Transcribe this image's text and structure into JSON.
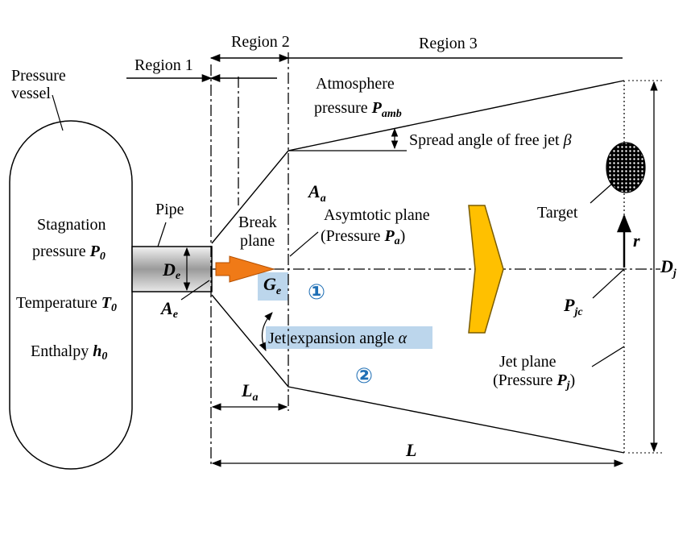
{
  "regions": {
    "r1": "Region 1",
    "r2": "Region 2",
    "r3": "Region 3"
  },
  "vessel": {
    "title_l1": "Pressure",
    "title_l2": "vessel",
    "stag_l1": "Stagnation",
    "stag_l2": "pressure ",
    "stag_sym": "P",
    "stag_sub": "0",
    "temp": "Temperature ",
    "temp_sym": "T",
    "temp_sub": "0",
    "enth": "Enthalpy ",
    "enth_sym": "h",
    "enth_sub": "0"
  },
  "pipe": {
    "label": "Pipe",
    "de_sym": "D",
    "de_sub": "e",
    "ae_sym": "A",
    "ae_sub": "e"
  },
  "break_plane": {
    "l1": "Break",
    "l2": "plane"
  },
  "atmosphere": {
    "l1": "Atmosphere",
    "l2": "pressure ",
    "sym": "P",
    "sub": "amb"
  },
  "spread": {
    "text": "Spread angle of free jet ",
    "sym": "β"
  },
  "asym": {
    "aa_sym": "A",
    "aa_sub": "a",
    "l1": "Asymtotic plane",
    "l2": "(Pressure ",
    "sym": "P",
    "sub": "a",
    "close": ")"
  },
  "ge": {
    "sym": "G",
    "sub": "e"
  },
  "jet_exp": {
    "text": "Jet expansion angle ",
    "sym": "α"
  },
  "markers": {
    "one": "①",
    "two": "②"
  },
  "target": {
    "label": "Target"
  },
  "r_label": "r",
  "pjc": {
    "sym": "P",
    "sub": "jc"
  },
  "jet_plane": {
    "l1": "Jet plane",
    "l2": "(Pressure ",
    "sym": "P",
    "sub": "j",
    "close": ")"
  },
  "dims": {
    "la_sym": "L",
    "la_sub": "a",
    "l": "L",
    "dj_sym": "D",
    "dj_sub": "j"
  },
  "colors": {
    "nozzle": "#f07a17",
    "arrow": "#ffc000",
    "highlight": "#bcd6ec",
    "marker": "#1f6fb5"
  }
}
